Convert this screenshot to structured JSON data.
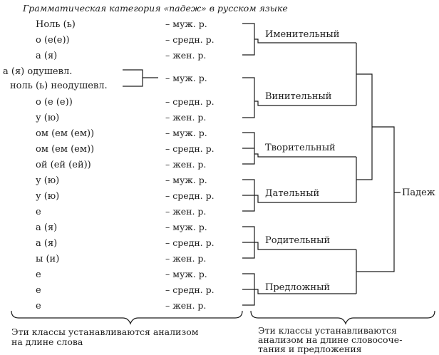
{
  "title": "Грамматическая категория «падеж» в русском языке",
  "rows": [
    {
      "ending": "Ноль (ь)",
      "gender": "– муж. р."
    },
    {
      "ending": "о (е(е))",
      "gender": "– средн. р."
    },
    {
      "ending": "а (я)",
      "gender": "– жен. р."
    },
    {
      "ending": "а (я) одушевл.",
      "gender": ""
    },
    {
      "ending": "ноль (ь) неодушевл.",
      "gender": ""
    },
    {
      "ending": "о (е (е))",
      "gender": "– средн. р."
    },
    {
      "ending": "у (ю)",
      "gender": "– жен. р."
    },
    {
      "ending": "ом (ем (ем))",
      "gender": "– муж. р."
    },
    {
      "ending": "ом (ем (ем))",
      "gender": "– средн. р."
    },
    {
      "ending": "ой (ей (ей))",
      "gender": "– жен. р."
    },
    {
      "ending": "у (ю)",
      "gender": "– муж. р."
    },
    {
      "ending": "у (ю)",
      "gender": "– средн. р."
    },
    {
      "ending": "е",
      "gender": "– жен. р."
    },
    {
      "ending": "а (я)",
      "gender": "– муж. р."
    },
    {
      "ending": "а (я)",
      "gender": "– средн. р."
    },
    {
      "ending": "ы (и)",
      "gender": "– жен. р."
    },
    {
      "ending": "е",
      "gender": "– муж. р."
    },
    {
      "ending": "е",
      "gender": "– средн. р."
    },
    {
      "ending": "е",
      "gender": "– жен. р."
    }
  ],
  "accusative_masculine_gender": "– муж. р.",
  "cases": [
    "Именительный",
    "Винительный",
    "Творительный",
    "Дательный",
    "Родительный",
    "Предложный"
  ],
  "category": "Падеж",
  "notes": {
    "left": [
      "Эти классы устанавливаются анализом",
      "на длине слова"
    ],
    "right": [
      "Эти классы устанавливаются",
      "анализом на длине словосоче-",
      "тания и предложения"
    ]
  }
}
